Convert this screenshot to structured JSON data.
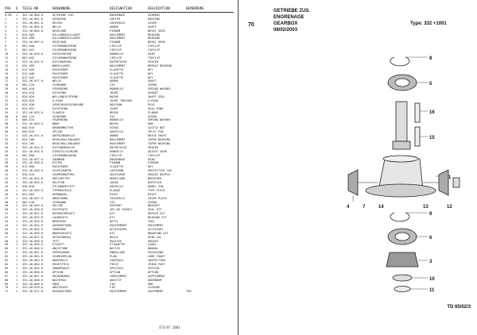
{
  "left_page": {
    "headers": {
      "pos": "POS",
      "qty": "Q",
      "part": "TEILE-NR",
      "desc": "BENENNUNG",
      "de": "DESIGNATION",
      "en": "DESCRIPTION",
      "note": "BEMERKUNG"
    },
    "rows": [
      {
        "pos": "0.00",
        "qty": "1",
        "part": "332.40.080.0",
        "desc": "GETRIEBE ZUS.",
        "de": "ENGRENAGE",
        "en": "GEARBOX",
        "note": ""
      },
      {
        "pos": "1",
        "qty": "1",
        "part": "332.40.001.0",
        "desc": "GEHAEUSE",
        "de": "CARTER",
        "en": "HOUSING",
        "note": ""
      },
      {
        "pos": "2",
        "qty": "1",
        "part": "332.40.002.0",
        "desc": "DECKEL",
        "de": "COUVERCLE",
        "en": "COVER",
        "note": ""
      },
      {
        "pos": "3",
        "qty": "1",
        "part": "332.40.003.0",
        "desc": "WELLE",
        "de": "ARBRE",
        "en": "SHAFT",
        "note": ""
      },
      {
        "pos": "4",
        "qty": "1",
        "part": "332.40.004.0",
        "desc": "KEGELRAD",
        "de": "PIGNON",
        "en": "BEVEL GEAR",
        "note": ""
      },
      {
        "pos": "5",
        "qty": "1",
        "part": "634.085",
        "desc": "RILLENKUGELLAGER",
        "de": "ROULEMENT",
        "en": "BEARING",
        "note": ""
      },
      {
        "pos": "6",
        "qty": "1",
        "part": "634.090",
        "desc": "RILLENKUGELLAGER",
        "de": "ROULEMENT",
        "en": "BEARING",
        "note": ""
      },
      {
        "pos": "7",
        "qty": "1",
        "part": "332.40.007.0",
        "desc": "KEGELRAD",
        "de": "PIGNON",
        "en": "BEVEL GEAR",
        "note": ""
      },
      {
        "pos": "8",
        "qty": "1",
        "part": "661.040",
        "desc": "SICHERUNGSRING",
        "de": "CIRCLIP",
        "en": "CIRCLIP",
        "note": ""
      },
      {
        "pos": "9",
        "qty": "1",
        "part": "661.041",
        "desc": "SICHERUNGSRING",
        "de": "CIRCLIP",
        "en": "CIRCLIP",
        "note": ""
      },
      {
        "pos": "10",
        "qty": "1",
        "part": "332.40.010.0",
        "desc": "PASSSCHEIBE",
        "de": "RONDELLE",
        "en": "SHIM",
        "note": ""
      },
      {
        "pos": "11",
        "qty": "1",
        "part": "661.042",
        "desc": "SICHERUNGSRING",
        "de": "CIRCLIP",
        "en": "CIRCLIP",
        "note": ""
      },
      {
        "pos": "12",
        "qty": "1",
        "part": "332.40.012.0",
        "desc": "DISTANZRING",
        "de": "ENTRETOISE",
        "en": "SPACER",
        "note": ""
      },
      {
        "pos": "13",
        "qty": "1",
        "part": "634.095",
        "desc": "NADELLAGER",
        "de": "ROULEMENT",
        "en": "NEEDLE BEARING",
        "note": ""
      },
      {
        "pos": "14",
        "qty": "2",
        "part": "612.035",
        "desc": "PASSFEDER",
        "de": "CLAVETTE",
        "en": "KEY",
        "note": ""
      },
      {
        "pos": "15",
        "qty": "1",
        "part": "612.040",
        "desc": "PASSFEDER",
        "de": "CLAVETTE",
        "en": "KEY",
        "note": ""
      },
      {
        "pos": "16",
        "qty": "1",
        "part": "612.045",
        "desc": "PASSFEDER",
        "de": "CLAVETTE",
        "en": "KEY",
        "note": ""
      },
      {
        "pos": "17",
        "qty": "1",
        "part": "332.40.017.0",
        "desc": "WELLE",
        "de": "ARBRE",
        "en": "SHAFT",
        "note": ""
      },
      {
        "pos": "18",
        "qty": "4",
        "part": "602.120",
        "desc": "SCHRAUBE",
        "de": "VIS",
        "en": "SCREW",
        "note": ""
      },
      {
        "pos": "19",
        "qty": "4",
        "part": "605.010",
        "desc": "FEDERRING",
        "de": "RONDELLE",
        "en": "SPRING WASHER",
        "note": ""
      },
      {
        "pos": "20",
        "qty": "1",
        "part": "620.015",
        "desc": "DICHTUNG",
        "de": "JOINT",
        "en": "GASKET",
        "note": ""
      },
      {
        "pos": "21",
        "qty": "1",
        "part": "620.020",
        "desc": "WELLENDICHTRING",
        "de": "BAGUE",
        "en": "SHAFT SEAL",
        "note": ""
      },
      {
        "pos": "22",
        "qty": "1",
        "part": "620.025",
        "desc": "O-RING",
        "de": "JOINT TORIQUE",
        "en": "O-RING",
        "note": ""
      },
      {
        "pos": "23",
        "qty": "1",
        "part": "624.030",
        "desc": "VERSCHLUSSSCHRAUBE",
        "de": "BOUCHON",
        "en": "PLUG",
        "note": ""
      },
      {
        "pos": "24",
        "qty": "1",
        "part": "624.031",
        "desc": "DICHTRING",
        "de": "JOINT",
        "en": "SEAL RING",
        "note": ""
      },
      {
        "pos": "25",
        "qty": "1",
        "part": "332.40.025.0",
        "desc": "FLANSCH",
        "de": "BRIDE",
        "en": "FLANGE",
        "note": ""
      },
      {
        "pos": "26",
        "qty": "6",
        "part": "602.125",
        "desc": "SCHRAUBE",
        "de": "VIS",
        "en": "SCREW",
        "note": ""
      },
      {
        "pos": "27",
        "qty": "6",
        "part": "605.015",
        "desc": "FEDERRING",
        "de": "RONDELLE",
        "en": "SPRING WASHER",
        "note": ""
      },
      {
        "pos": "28",
        "qty": "1",
        "part": "332.40.028.0",
        "desc": "NABE",
        "de": "MOYEU",
        "en": "HUB",
        "note": ""
      },
      {
        "pos": "29",
        "qty": "1",
        "part": "640.010",
        "desc": "KRONENMUTTER",
        "de": "ECROU",
        "en": "CASTLE NUT",
        "note": ""
      },
      {
        "pos": "30",
        "qty": "1",
        "part": "640.015",
        "desc": "SPLINT",
        "de": "GOUPILLE",
        "en": "SPLIT PIN",
        "note": ""
      },
      {
        "pos": "31",
        "qty": "1",
        "part": "332.40.031.0",
        "desc": "ANTRIEBSWELLE",
        "de": "ARBRE",
        "en": "DRIVE SHAFT",
        "note": ""
      },
      {
        "pos": "32",
        "qty": "1",
        "part": "634.100",
        "desc": "KEGELROLLENLAGER",
        "de": "ROULEMENT",
        "en": "TAPER BEARING",
        "note": ""
      },
      {
        "pos": "33",
        "qty": "1",
        "part": "634.105",
        "desc": "KEGELROLLENLAGER",
        "de": "ROULEMENT",
        "en": "TAPER BEARING",
        "note": ""
      },
      {
        "pos": "34",
        "qty": "1",
        "part": "332.40.034.0",
        "desc": "DISTANZHUELSE",
        "de": "ENTRETOISE",
        "en": "SPACER",
        "note": ""
      },
      {
        "pos": "35",
        "qty": "1",
        "part": "332.40.035.0",
        "desc": "EINSTELLSCHEIBE",
        "de": "RONDELLE",
        "en": "ADJUST SHIM",
        "note": ""
      },
      {
        "pos": "36",
        "qty": "1",
        "part": "661.050",
        "desc": "SICHERUNGSRING",
        "de": "CIRCLIP",
        "en": "CIRCLIP",
        "note": ""
      },
      {
        "pos": "37",
        "qty": "1",
        "part": "332.40.037.0",
        "desc": "ZAHNRAD",
        "de": "ENGRENAGE",
        "en": "GEAR",
        "note": ""
      },
      {
        "pos": "38",
        "qty": "1",
        "part": "332.40.038.0",
        "desc": "RITZEL",
        "de": "PIGNON",
        "en": "PINION",
        "note": ""
      },
      {
        "pos": "39",
        "qty": "1",
        "part": "612.050",
        "desc": "PASSFEDER",
        "de": "CLAVETTE",
        "en": "KEY",
        "note": ""
      },
      {
        "pos": "40",
        "qty": "1",
        "part": "332.40.040.0",
        "desc": "SCHUTZKAPPE",
        "de": "CAPUCHON",
        "en": "PROTECTIVE CAP",
        "note": ""
      },
      {
        "pos": "41",
        "qty": "1",
        "part": "626.015",
        "desc": "SCHMIERNIPPEL",
        "de": "GRAISSEUR",
        "en": "GREASE NIPPLE",
        "note": ""
      },
      {
        "pos": "42",
        "qty": "1",
        "part": "332.40.042.0",
        "desc": "ENTLUEFTER",
        "de": "RENIFLARD",
        "en": "BREATHER",
        "note": ""
      },
      {
        "pos": "43",
        "qty": "1",
        "part": "332.40.043.0",
        "desc": "OELSTAB",
        "de": "JAUGE",
        "en": "DIPSTICK",
        "note": ""
      },
      {
        "pos": "44",
        "qty": "2",
        "part": "630.010",
        "desc": "ZYLINDERSTIFT",
        "de": "GOUPILLE",
        "en": "DOWEL PIN",
        "note": ""
      },
      {
        "pos": "45",
        "qty": "1",
        "part": "332.40.045.0",
        "desc": "TYPENSCHILD",
        "de": "PLAQUE",
        "en": "TYPE PLATE",
        "note": ""
      },
      {
        "pos": "46",
        "qty": "4",
        "part": "631.005",
        "desc": "KERBNAGEL",
        "de": "RIVET",
        "en": "RIVET",
        "note": ""
      },
      {
        "pos": "47",
        "qty": "1",
        "part": "332.40.047.0",
        "desc": "ABDECKUNG",
        "de": "COUVERCLE",
        "en": "COVER PLATE",
        "note": ""
      },
      {
        "pos": "48",
        "qty": "2",
        "part": "602.130",
        "desc": "SCHRAUBE",
        "de": "VIS",
        "en": "SCREW",
        "note": ""
      },
      {
        "pos": "49",
        "qty": "1",
        "part": "332.40.049.0",
        "desc": "HALTER",
        "de": "SUPPORT",
        "en": "BRACKET",
        "note": ""
      },
      {
        "pos": "50",
        "qty": "1",
        "part": "332.40.050.0",
        "desc": "DICHTSATZ",
        "de": "JEU DE JOINTS",
        "en": "SEAL KIT",
        "note": ""
      },
      {
        "pos": "51",
        "qty": "1",
        "part": "332.40.051.0",
        "desc": "REPARATURSATZ",
        "de": "KIT",
        "en": "REPAIR KIT",
        "note": ""
      },
      {
        "pos": "52",
        "qty": "1",
        "part": "332.40.052.0",
        "desc": "LAGERSATZ",
        "de": "KIT",
        "en": "BEARING KIT",
        "note": ""
      },
      {
        "pos": "53",
        "qty": "1",
        "part": "332.40.053.0",
        "desc": "WERKZEUG",
        "de": "OUTIL",
        "en": "TOOL",
        "note": ""
      },
      {
        "pos": "54",
        "qty": "1",
        "part": "332.40.054.0",
        "desc": "AUSRUESTUNG",
        "de": "EQUIPEMENT",
        "en": "EQUIPMENT",
        "note": ""
      },
      {
        "pos": "55",
        "qty": "1",
        "part": "332.40.055.0",
        "desc": "ZUBEHOER",
        "de": "ACCESSOIRE",
        "en": "ACCESSORY",
        "note": ""
      },
      {
        "pos": "56",
        "qty": "1",
        "part": "332.40.056.0",
        "desc": "MONTAGESATZ",
        "de": "KIT",
        "en": "MOUNTING KIT",
        "note": ""
      },
      {
        "pos": "57",
        "qty": "1",
        "part": "332.40.057.0",
        "desc": "GETRIEBEOEL",
        "de": "HUILE",
        "en": "GEAR OIL",
        "note": ""
      },
      {
        "pos": "58",
        "qty": "1",
        "part": "332.40.058.0",
        "desc": "FETT",
        "de": "GRAISSE",
        "en": "GREASE",
        "note": ""
      },
      {
        "pos": "59",
        "qty": "1",
        "part": "332.40.059.0",
        "desc": "ETIKETT",
        "de": "ETIQUETTE",
        "en": "LABEL",
        "note": ""
      },
      {
        "pos": "60",
        "qty": "1",
        "part": "332.40.060.0",
        "desc": "ANLEITUNG",
        "de": "NOTICE",
        "en": "MANUAL",
        "note": ""
      },
      {
        "pos": "61",
        "qty": "1",
        "part": "332.40.061.0",
        "desc": "VERPACKUNG",
        "de": "EMBALLAGE",
        "en": "PACKAGING",
        "note": ""
      },
      {
        "pos": "62",
        "qty": "1",
        "part": "332.40.062.0",
        "desc": "SCHMIERPLAN",
        "de": "PLAN",
        "en": "LUBE CHART",
        "note": ""
      },
      {
        "pos": "63",
        "qty": "1",
        "part": "332.40.063.0",
        "desc": "KONTROLLE",
        "de": "CONTROLE",
        "en": "INSPECTION",
        "note": ""
      },
      {
        "pos": "64",
        "qty": "1",
        "part": "332.40.064.0",
        "desc": "ERSATZTEIL",
        "de": "PIECE",
        "en": "SPARE PART",
        "note": ""
      },
      {
        "pos": "65",
        "qty": "1",
        "part": "332.40.065.0",
        "desc": "SONDERAUSF.",
        "de": "SPECIALE",
        "en": "SPECIAL",
        "note": ""
      },
      {
        "pos": "66",
        "qty": "1",
        "part": "332.40.066.0",
        "desc": "OPTION",
        "de": "OPTION",
        "en": "OPTION",
        "note": ""
      },
      {
        "pos": "67",
        "qty": "1",
        "part": "332.40.067.0",
        "desc": "ERGAENZUNG",
        "de": "COMPLEMENT",
        "en": "SUPPLEMENT",
        "note": ""
      },
      {
        "pos": "68",
        "qty": "1",
        "part": "332.40.068.0",
        "desc": "NACHTRAG",
        "de": "ADDITIF",
        "en": "ADDENDUM",
        "note": ""
      },
      {
        "pos": "69",
        "qty": "1",
        "part": "332.40.069.0",
        "desc": "ENDE",
        "de": "FIN",
        "en": "END",
        "note": ""
      },
      {
        "pos": "70",
        "qty": "1",
        "part": "332.40.070.0",
        "desc": "ABSCHLUSS",
        "de": "FIN",
        "en": "CLOSURE",
        "note": ""
      },
      {
        "pos": "71",
        "qty": "1",
        "part": "332.40.071.0",
        "desc": "AUSRUESTUNG",
        "de": "EQUIPEMENT",
        "en": "EQUIPMENT",
        "note": "*98"
      }
    ],
    "footer": "STS/97 2003"
  },
  "right_page": {
    "code": "70",
    "title_lines": [
      "GETRIEBE ZUS.",
      "ENGRENAGE",
      "GEARBOX",
      "08/02/2003"
    ],
    "type": "Type: 332   +1001",
    "ref": "TD 65/02/3",
    "callouts": [
      "8",
      "5",
      "16",
      "15",
      "1",
      "4",
      "7",
      "14",
      "13",
      "9",
      "12",
      "6",
      "3",
      "10",
      "11"
    ]
  }
}
